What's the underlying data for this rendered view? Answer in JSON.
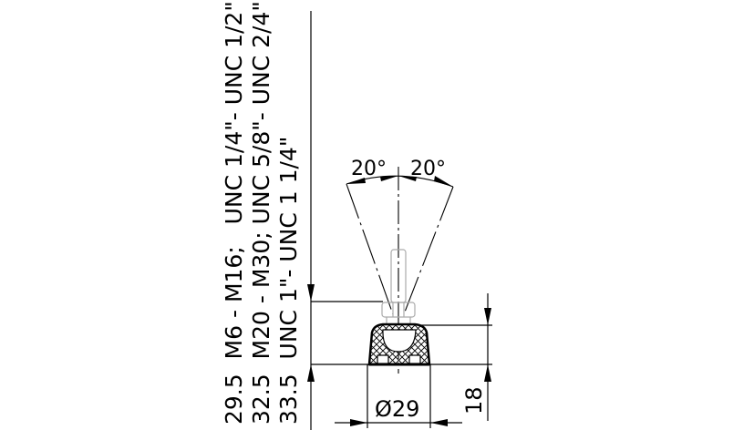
{
  "drawing": {
    "thread_specs": [
      "29.5  M6 - M16;   UNC 1/4\"- UNC 1/2\"",
      "32.5  M20 - M30; UNC 5/8\"- UNC 2/4\"",
      "33.5  UNC 1\"- UNC 1 1/4\""
    ],
    "angle_left": "20°",
    "angle_right": "20°",
    "diameter": "Ø29",
    "height": "18"
  }
}
